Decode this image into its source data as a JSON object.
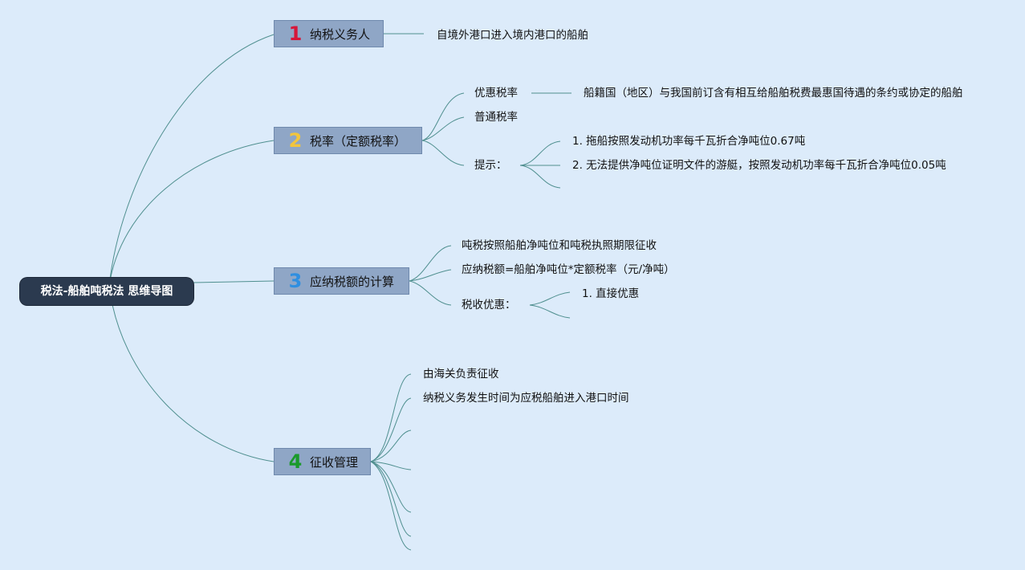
{
  "root": {
    "label": "税法-船舶吨税法 思维导图"
  },
  "branches": [
    {
      "number": "1",
      "number_color": "#d6173a",
      "label": "纳税义务人",
      "children": [
        "自境外港口进入境内港口的船舶"
      ]
    },
    {
      "number": "2",
      "number_color": "#f2c53d",
      "label": "税率（定额税率）",
      "children": [
        {
          "label": "优惠税率",
          "children": [
            "船籍国（地区）与我国前订含有相互给船舶税费最惠国待遇的条约或协定的船舶"
          ]
        },
        {
          "label": "普通税率"
        },
        {
          "label": "提示：",
          "children": [
            "1. 拖船按照发动机功率每千瓦折合净吨位0.67吨",
            "2. 无法提供净吨位证明文件的游艇，按照发动机功率每千瓦折合净吨位0.05吨",
            ""
          ]
        }
      ]
    },
    {
      "number": "3",
      "number_color": "#2f8fe0",
      "label": "应纳税额的计算",
      "children": [
        {
          "label": "吨税按照船舶净吨位和吨税执照期限征收"
        },
        {
          "label": "应纳税额=船舶净吨位*定额税率（元/净吨）"
        },
        {
          "label": "税收优惠：",
          "children": [
            "1. 直接优惠",
            ""
          ]
        }
      ]
    },
    {
      "number": "4",
      "number_color": "#1a9a2a",
      "label": "征收管理",
      "children": [
        "由海关负责征收",
        "纳税义务发生时间为应税船舶进入港口时间",
        "",
        "",
        "",
        ""
      ]
    }
  ]
}
